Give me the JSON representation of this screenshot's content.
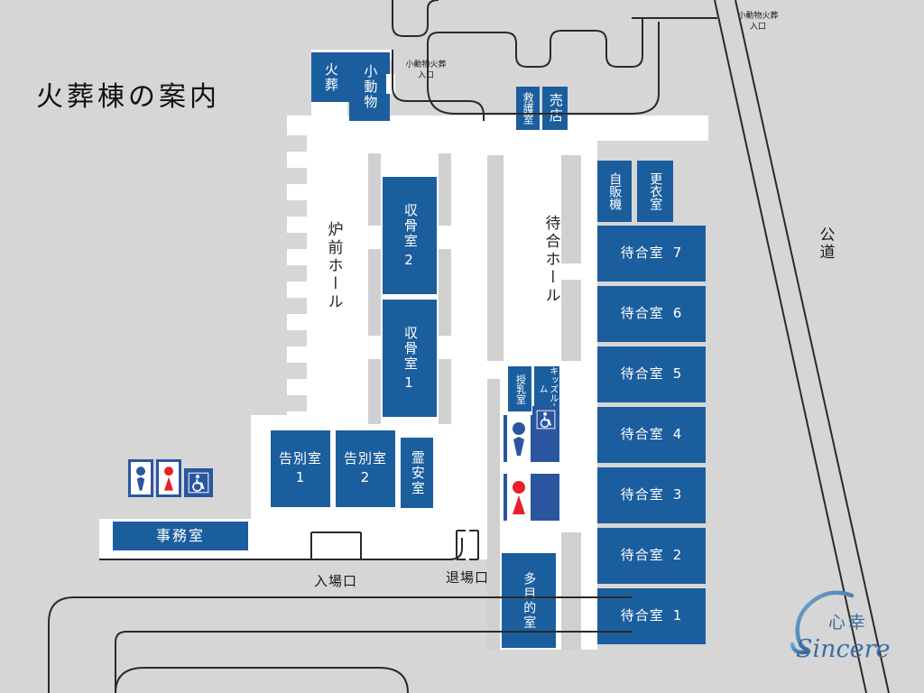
{
  "page": {
    "title": "火葬棟の案内",
    "background_color": "#d6d6d6",
    "room_color": "#1b5e9e",
    "corridor_color": "#ffffff",
    "accent_icon_blue": "#2a56a0",
    "accent_icon_red": "#e8202a"
  },
  "labels": {
    "public_road": "公道",
    "furnace_hall": "炉前ホール",
    "waiting_hall": "待合ホール",
    "entrance_gate": "入場口",
    "exit_gate": "退場口",
    "small_animal_entrance": "小動物火葬\n入口",
    "small_animal_entrance_line1": "小動物火葬",
    "small_animal_entrance_line2": "入口",
    "small_animal_entrance_top_line1": "小動物火葬",
    "small_animal_entrance_top_line2": "入口"
  },
  "rooms": {
    "cremation": "火葬",
    "small_animal": "小動物",
    "first_aid": "救護室",
    "shop": "売店",
    "vending": "自販機",
    "changing": "更衣室",
    "bone_room_2_name": "収骨室",
    "bone_room_2_num": "2",
    "bone_room_1_name": "収骨室",
    "bone_room_1_num": "1",
    "farewell_1_name": "告別室",
    "farewell_1_num": "1",
    "farewell_2_name": "告別室",
    "farewell_2_num": "2",
    "mortuary": "霊安室",
    "office": "事務室",
    "nursing": "授乳室",
    "kids_room": "キッズルーム",
    "multipurpose": "多目的室"
  },
  "waiting_rooms": [
    {
      "name": "待合室",
      "num": "7"
    },
    {
      "name": "待合室",
      "num": "6"
    },
    {
      "name": "待合室",
      "num": "5"
    },
    {
      "name": "待合室",
      "num": "4"
    },
    {
      "name": "待合室",
      "num": "3"
    },
    {
      "name": "待合室",
      "num": "2"
    },
    {
      "name": "待合室",
      "num": "1"
    }
  ],
  "icons": {
    "male": "male-restroom-icon",
    "female": "female-restroom-icon",
    "wheelchair": "wheelchair-accessible-icon"
  },
  "logo": {
    "kanji": "心幸",
    "wordmark": "Sincere",
    "color": "#3a6ea5"
  }
}
